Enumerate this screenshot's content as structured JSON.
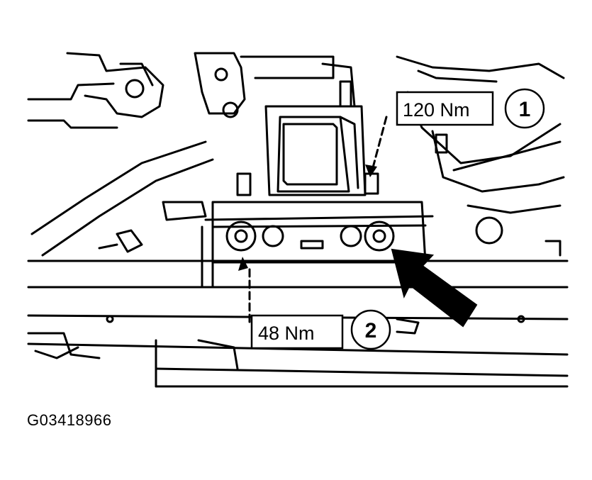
{
  "callouts": [
    {
      "number": "1",
      "torque": "120 Nm"
    },
    {
      "number": "2",
      "torque": "48 Nm"
    }
  ],
  "figure_id": "G03418966",
  "colors": {
    "line": "#000000",
    "background": "#ffffff"
  }
}
